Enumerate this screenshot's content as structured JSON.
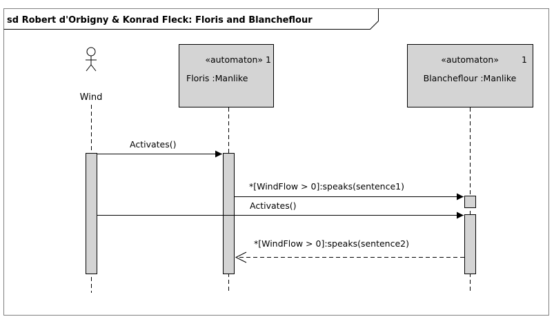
{
  "frame": {
    "title": "sd Robert d'Orbigny & Konrad Fleck: Floris and Blancheflour"
  },
  "actor": {
    "name": "Wind",
    "icon": "stick-figure-icon"
  },
  "lifelines": [
    {
      "stereotype": "«automaton» 1",
      "label": "Floris :Manlike"
    },
    {
      "stereotype": "«automaton»",
      "multiplicity": "1",
      "label": "Blancheflour :Manlike"
    }
  ],
  "messages": [
    {
      "label": "Activates()",
      "from": "Wind",
      "to": "Floris :Manlike",
      "kind": "synchronous"
    },
    {
      "label": "*[WindFlow > 0]:speaks(sentence1)",
      "from": "Floris :Manlike",
      "to": "Blancheflour :Manlike",
      "kind": "synchronous"
    },
    {
      "label": "Activates()",
      "from": "Wind",
      "to": "Blancheflour :Manlike",
      "kind": "synchronous"
    },
    {
      "label": "*[WindFlow > 0]:speaks(sentence2)",
      "from": "Blancheflour :Manlike",
      "to": "Floris :Manlike",
      "kind": "return"
    }
  ],
  "colors": {
    "frame_border": "#7f7f7f",
    "lifeline_fill": "#d4d4d4",
    "activation_fill": "#d4d4d4",
    "line": "#000000"
  }
}
